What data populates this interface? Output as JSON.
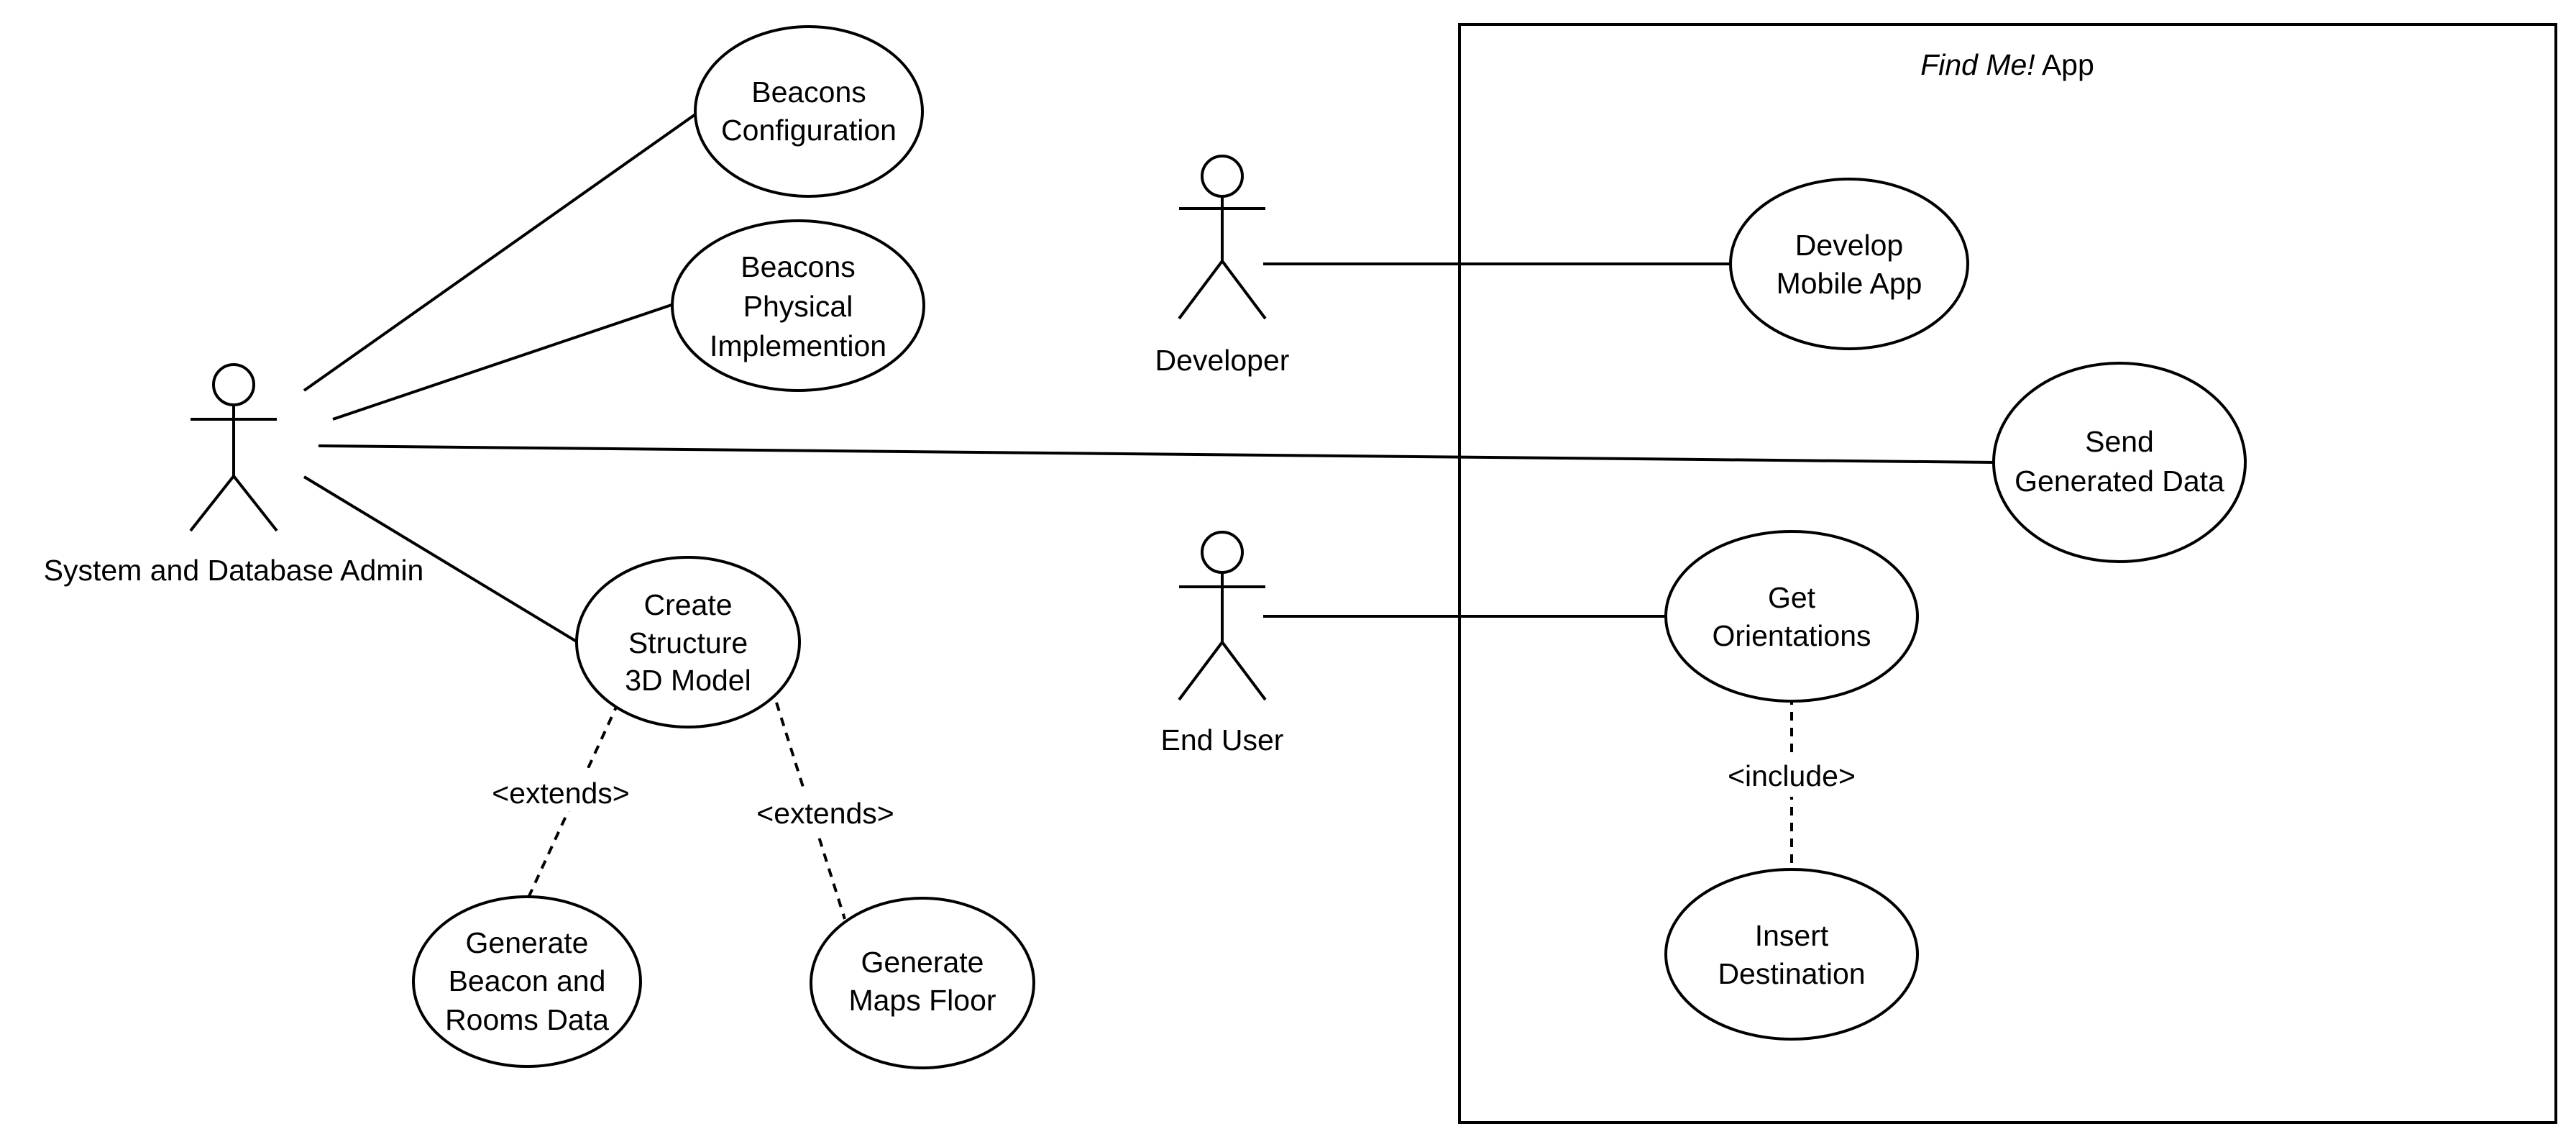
{
  "system_boundary": {
    "title_italic": "Find Me!",
    "title_rest": " App"
  },
  "actors": {
    "admin": "System and Database Admin",
    "developer": "Developer",
    "end_user": "End User"
  },
  "use_cases": {
    "beacons_configuration": [
      "Beacons",
      "Configuration"
    ],
    "beacons_physical": [
      "Beacons",
      "Physical",
      "Implemention"
    ],
    "create_structure": [
      "Create",
      "Structure",
      "3D Model"
    ],
    "generate_beacon_rooms": [
      "Generate",
      "Beacon and",
      "Rooms Data"
    ],
    "generate_maps_floor": [
      "Generate",
      "Maps Floor"
    ],
    "develop_mobile_app": [
      "Develop",
      "Mobile App"
    ],
    "send_generated_data": [
      "Send",
      "Generated Data"
    ],
    "get_orientations": [
      "Get",
      "Orientations"
    ],
    "insert_destination": [
      "Insert",
      "Destination"
    ]
  },
  "relations": {
    "extends_left": "<extends>",
    "extends_right": "<extends>",
    "include": "<include>"
  }
}
